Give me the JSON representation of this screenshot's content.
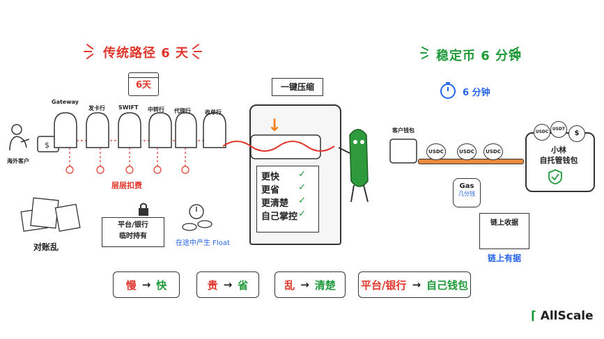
{
  "left": {
    "title": "传统路径 6 天",
    "calendar": "6天",
    "customer": "海外客户",
    "nodes": [
      "Gateway",
      "发卡行",
      "SWIFT",
      "中转行",
      "代理行",
      "收单行"
    ],
    "fees_label": "层层扣费",
    "reconcile_label": "对账乱",
    "hold_label_1": "平台/银行",
    "hold_label_2": "临时持有",
    "float_label": "在途中产生 Float"
  },
  "machine": {
    "sign": "一键压缩",
    "items": [
      "更快",
      "更省",
      "更清楚",
      "自己掌控"
    ],
    "check": "✓"
  },
  "right": {
    "title": "稳定币 6 分钟",
    "timer": "6 分钟",
    "wallet_label": "客户钱包",
    "coin": "USDC",
    "gas": "Gas",
    "gas_sub": "几分钱",
    "custody_1": "小林",
    "custody_2": "自托管钱包",
    "coins": [
      "USDC",
      "USDT",
      "$"
    ],
    "receipt": "链上收据",
    "onchain": "链上有据"
  },
  "pills": [
    {
      "from": "慢",
      "to": "快"
    },
    {
      "from": "贵",
      "to": "省"
    },
    {
      "from": "乱",
      "to": "清楚"
    },
    {
      "from": "平台/银行",
      "to": "自己钱包"
    }
  ],
  "pill_arrow": "→",
  "brand": "AllScale",
  "colors": {
    "red": "#e0362c",
    "green": "#1e9a3a",
    "blue": "#2563eb",
    "pickle": "#2f9a3b"
  }
}
